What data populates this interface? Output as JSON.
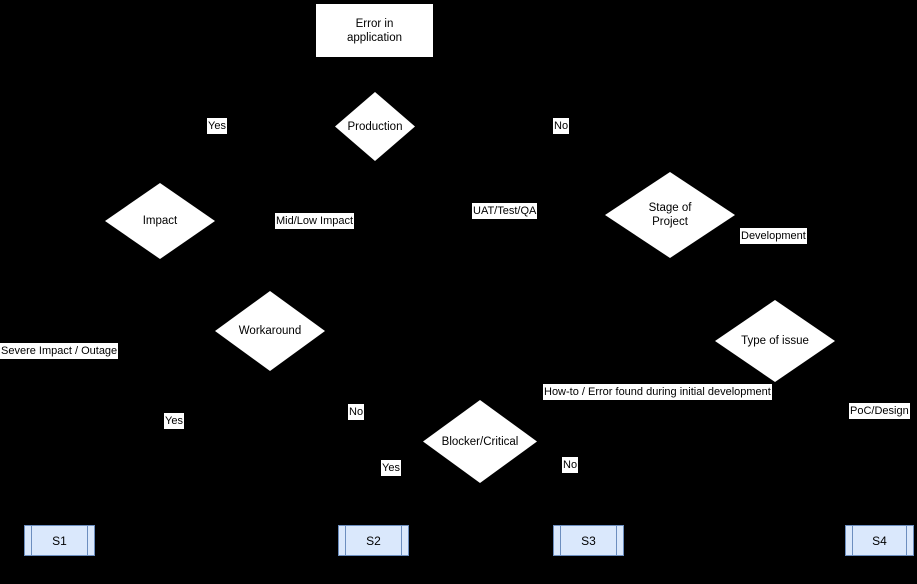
{
  "diagram": {
    "title": "Error in application triage decision flow",
    "background_color": "#000000",
    "shape_fill": "#ffffff",
    "shape_stroke": "#000000",
    "subprocess_fill": "#dae8fc",
    "subprocess_stroke": "#6c8ebf",
    "text_color": "#000000"
  },
  "start": {
    "label": "Error in\napplication"
  },
  "decisions": [
    {
      "id": "production",
      "label": "Production"
    },
    {
      "id": "impact",
      "label": "Impact"
    },
    {
      "id": "stage",
      "label": "Stage of\nProject"
    },
    {
      "id": "workaround",
      "label": "Workaround"
    },
    {
      "id": "type_issue",
      "label": "Type of issue"
    },
    {
      "id": "blocker",
      "label": "Blocker/Critical"
    }
  ],
  "edge_labels": [
    {
      "id": "prod_yes",
      "text": "Yes"
    },
    {
      "id": "prod_no",
      "text": "No"
    },
    {
      "id": "mid_low_impact",
      "text": "Mid/Low Impact"
    },
    {
      "id": "uat_test_qa",
      "text": "UAT/Test/QA"
    },
    {
      "id": "development",
      "text": "Development"
    },
    {
      "id": "severe_outage",
      "text": "Severe Impact / Outage"
    },
    {
      "id": "howto_error",
      "text": "How-to / Error found during initial development"
    },
    {
      "id": "poc_design",
      "text": "PoC/Design"
    },
    {
      "id": "workaround_yes",
      "text": "Yes"
    },
    {
      "id": "workaround_no",
      "text": "No"
    },
    {
      "id": "blocker_yes",
      "text": "Yes"
    },
    {
      "id": "blocker_no",
      "text": "No"
    }
  ],
  "outcomes": [
    {
      "id": "s1",
      "label": "S1"
    },
    {
      "id": "s2",
      "label": "S2"
    },
    {
      "id": "s3",
      "label": "S3"
    },
    {
      "id": "s4",
      "label": "S4"
    }
  ]
}
